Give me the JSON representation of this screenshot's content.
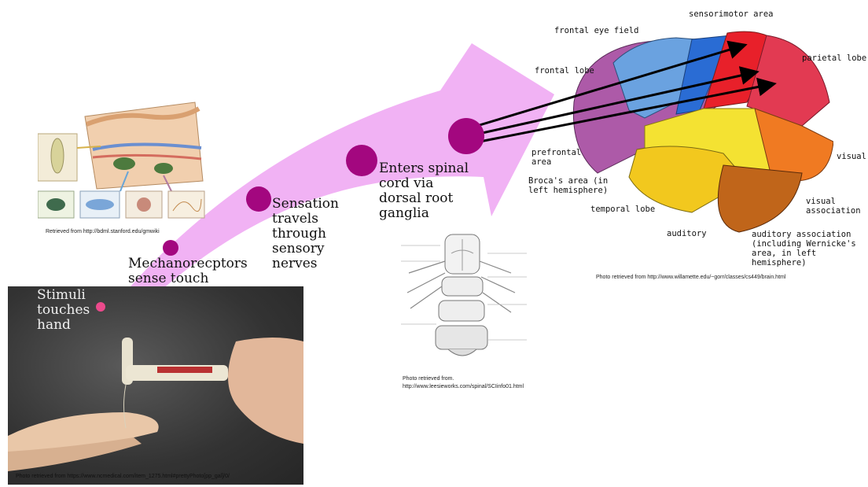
{
  "colors": {
    "arrow": "#f1b2f4",
    "dot": "#a3077f",
    "dot_small": "#ec4a8c",
    "photo_bg": "#3b3b3b"
  },
  "steps": {
    "stimuli": "Stimuli touches hand",
    "mechanoreceptors": "Mechanorecptors sense touch",
    "sensation": "Sensation travels through sensory nerves",
    "spinal": "Enters spinal cord via dorsal root ganglia"
  },
  "credits": {
    "skin": "Retrieved  from http://bdml.stanford.edu/gmwiki",
    "hand": "Photo retrieved  from  https://www.ncmedical.com/item_1275.html#prettyPhoto[pp_gal]/0/",
    "spinal_line1": "Photo retrieved  from.",
    "spinal_line2": "http://www.leesieworks.com/spinal/SCIinfo01.html",
    "brain": "Photo retrieved  from  http://www.willamette.edu/~gorr/classes/cs449/brain.html"
  },
  "brain_labels": {
    "sensorimotor": "sensorimotor area",
    "frontal_eye": "frontal eye field",
    "parietal": "parietal lobe",
    "frontal": "frontal lobe",
    "prefrontal": "prefrontal area",
    "visual": "visual",
    "broca": "Broca's area (in left hemisphere)",
    "temporal": "temporal lobe",
    "visual_assoc": "visual association",
    "auditory": "auditory",
    "aud_assoc": "auditory association (including Wernicke's area, in left hemisphere)"
  }
}
